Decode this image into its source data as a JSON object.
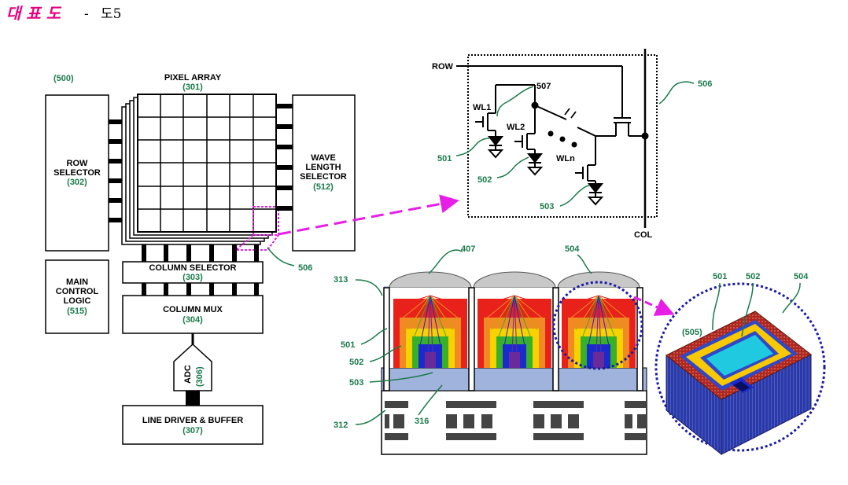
{
  "title": {
    "korean": "대 표 도",
    "dash": "-",
    "figure": "도5"
  },
  "block_diagram": {
    "id_500": "(500)",
    "pixel_array": {
      "label": "PIXEL ARRAY",
      "num": "(301)"
    },
    "row_selector": {
      "line1": "ROW",
      "line2": "SELECTOR",
      "num": "(302)"
    },
    "wave_selector": {
      "line1": "WAVE",
      "line2": "LENGTH",
      "line3": "SELECTOR",
      "num": "(512)"
    },
    "column_selector": {
      "label": "COLUMN SELECTOR",
      "num": "(303)"
    },
    "column_mux": {
      "label": "COLUMN MUX",
      "num": "(304)"
    },
    "main_control": {
      "line1": "MAIN",
      "line2": "CONTROL",
      "line3": "LOGIC",
      "num": "(515)"
    },
    "adc": {
      "label": "ADC",
      "num": "(306)"
    },
    "line_driver": {
      "label": "LINE DRIVER & BUFFER",
      "num": "(307)"
    },
    "callout_506": "506"
  },
  "circuit": {
    "row": "ROW",
    "col": "COL",
    "wl1": "WL1",
    "wl2": "WL2",
    "wln": "WLn",
    "n507": "507",
    "n501": "501",
    "n502": "502",
    "n503": "503",
    "n506": "506"
  },
  "cross_section": {
    "n407": "407",
    "n504": "504",
    "n313": "313",
    "n501": "501",
    "n502": "502",
    "n503": "503",
    "n312": "312",
    "n316": "316"
  },
  "iso_view": {
    "n501": "501",
    "n502": "502",
    "n504": "504",
    "n505": "(505)"
  },
  "colors": {
    "title": "#e6007e",
    "number": "#1b7a4b",
    "magenta_dash": "#e61ee6",
    "blue_dot": "#1a1aa8"
  }
}
